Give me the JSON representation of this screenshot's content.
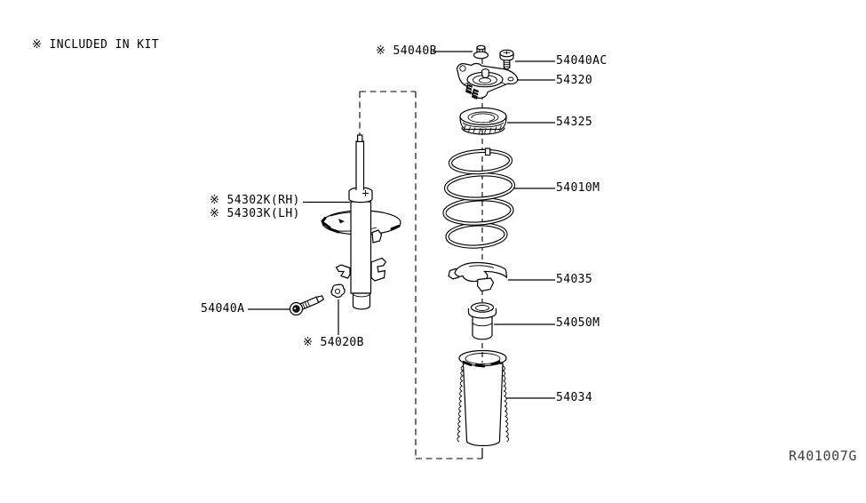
{
  "note": "※ INCLUDED IN KIT",
  "ref_code": "R401007G",
  "colors": {
    "line": "#000000",
    "ref_text": "#404040",
    "background": "#ffffff"
  },
  "parts": {
    "top_nut": "※ 54040B",
    "top_bolt": "54040AC",
    "strut_mount": "54320",
    "bearing_seat": "54325",
    "coil_spring": "54010M",
    "strut_rh": "※ 54302K(RH)",
    "strut_lh": "※ 54303K(LH)",
    "side_bolt": "54040A",
    "clip": "※ 54020B",
    "spring_seat": "54035",
    "bound_bumper": "54050M",
    "dust_boot": "54034"
  }
}
